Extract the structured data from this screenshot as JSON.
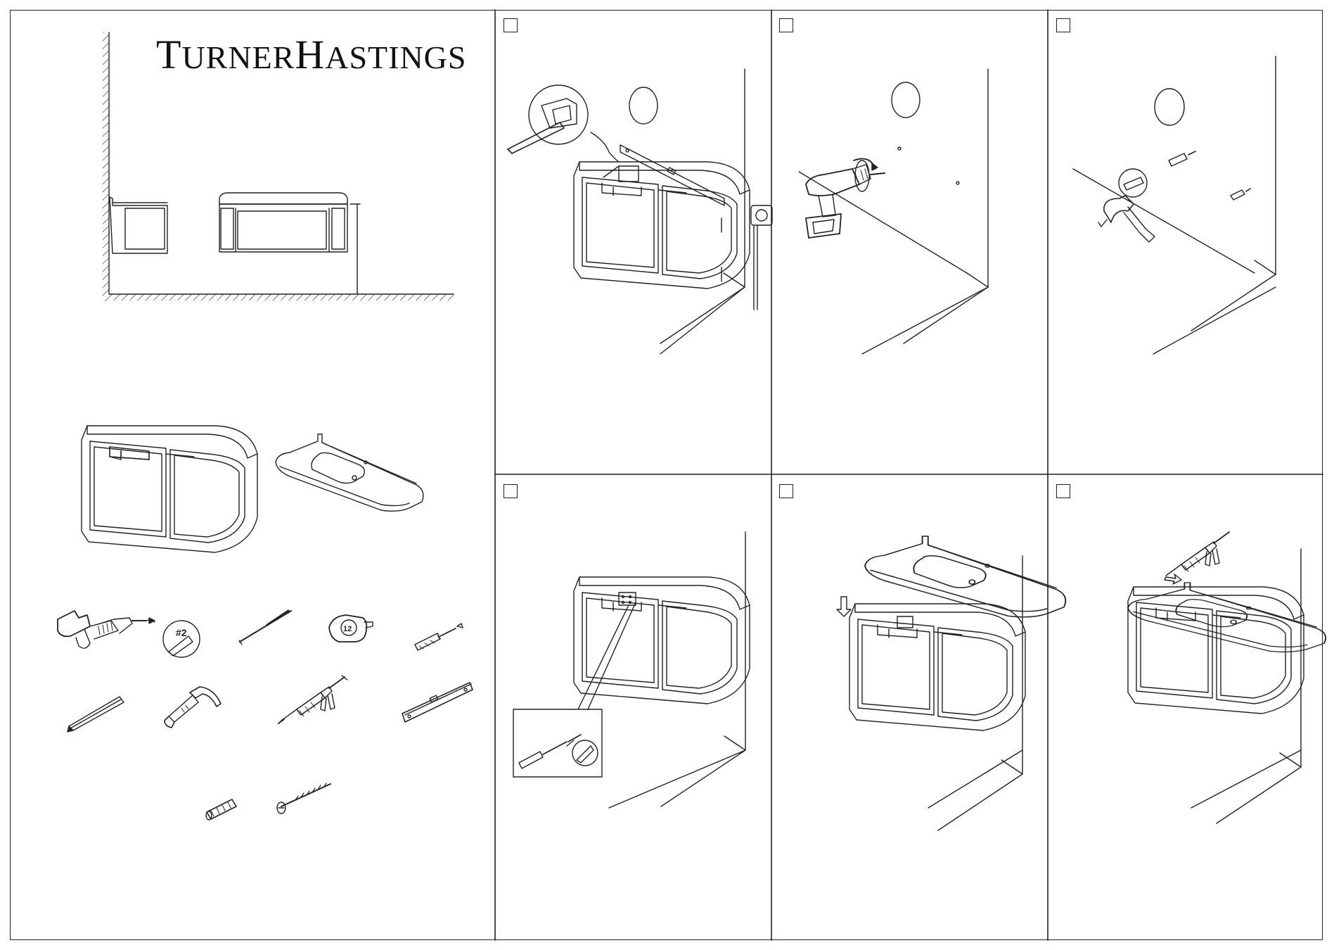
{
  "brand": {
    "name_part1_initial": "T",
    "name_part1_rest": "URNER",
    "name_part2_initial": "H",
    "name_part2_rest": "ASTINGS"
  },
  "tools": {
    "drill_bit_badge": "#2",
    "tape_measure_label": "12"
  },
  "steps": [
    {
      "checked": false
    },
    {
      "checked": false
    },
    {
      "checked": false
    },
    {
      "checked": false
    },
    {
      "checked": false
    },
    {
      "checked": false
    }
  ],
  "colors": {
    "line": "#222222",
    "background": "#ffffff"
  }
}
